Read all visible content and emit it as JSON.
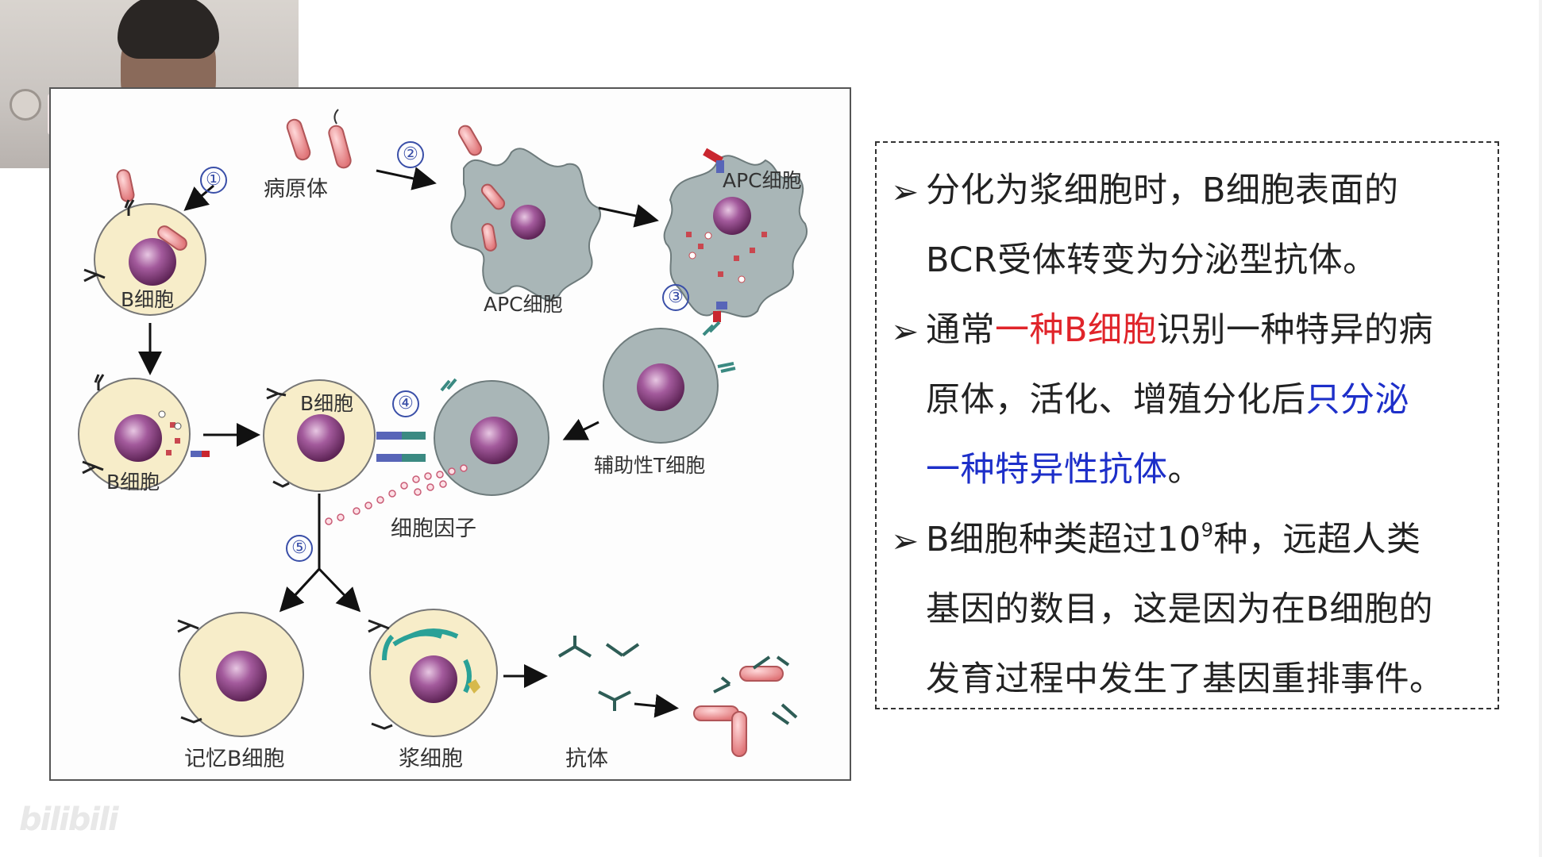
{
  "diagram": {
    "labels": {
      "pathogen": "病原体",
      "apc1": "APC细胞",
      "apc2": "APC细胞",
      "bcell1": "B细胞",
      "bcell2": "B细胞",
      "bcell3": "B细胞",
      "helper_t": "辅助性T细胞",
      "cytokine": "细胞因子",
      "memory_b": "记忆B细胞",
      "plasma": "浆细胞",
      "antibody": "抗体"
    },
    "steps": [
      "①",
      "②",
      "③",
      "④",
      "⑤"
    ],
    "colors": {
      "bcell_fill": "#f7edc9",
      "nucleus": "#8a3f86",
      "apc_fill": "#a9b6b7",
      "tcell_fill": "#a9b6b7",
      "pathogen": "#e8888c"
    }
  },
  "panel": {
    "b1_l1": "分化为浆细胞时，B细胞表面的",
    "b1_l2": "BCR受体转变为分泌型抗体。",
    "b2_l1_a": "通常",
    "b2_l1_b": "一种B细胞",
    "b2_l1_c": "识别一种特异的病",
    "b2_l2_a": "原体，活化、增殖分化后",
    "b2_l2_b": "只分泌",
    "b2_l3_a": "一种特异性抗体",
    "b2_l3_b": "。",
    "b3_l1_a": "B细胞种类超过10",
    "b3_l1_sup": "9",
    "b3_l1_b": "种，远超人类",
    "b3_l2": "基因的数目，这是因为在B细胞的",
    "b3_l3": "发育过程中发生了基因重排事件。",
    "bullet": "➢"
  },
  "watermark": "bilibili"
}
